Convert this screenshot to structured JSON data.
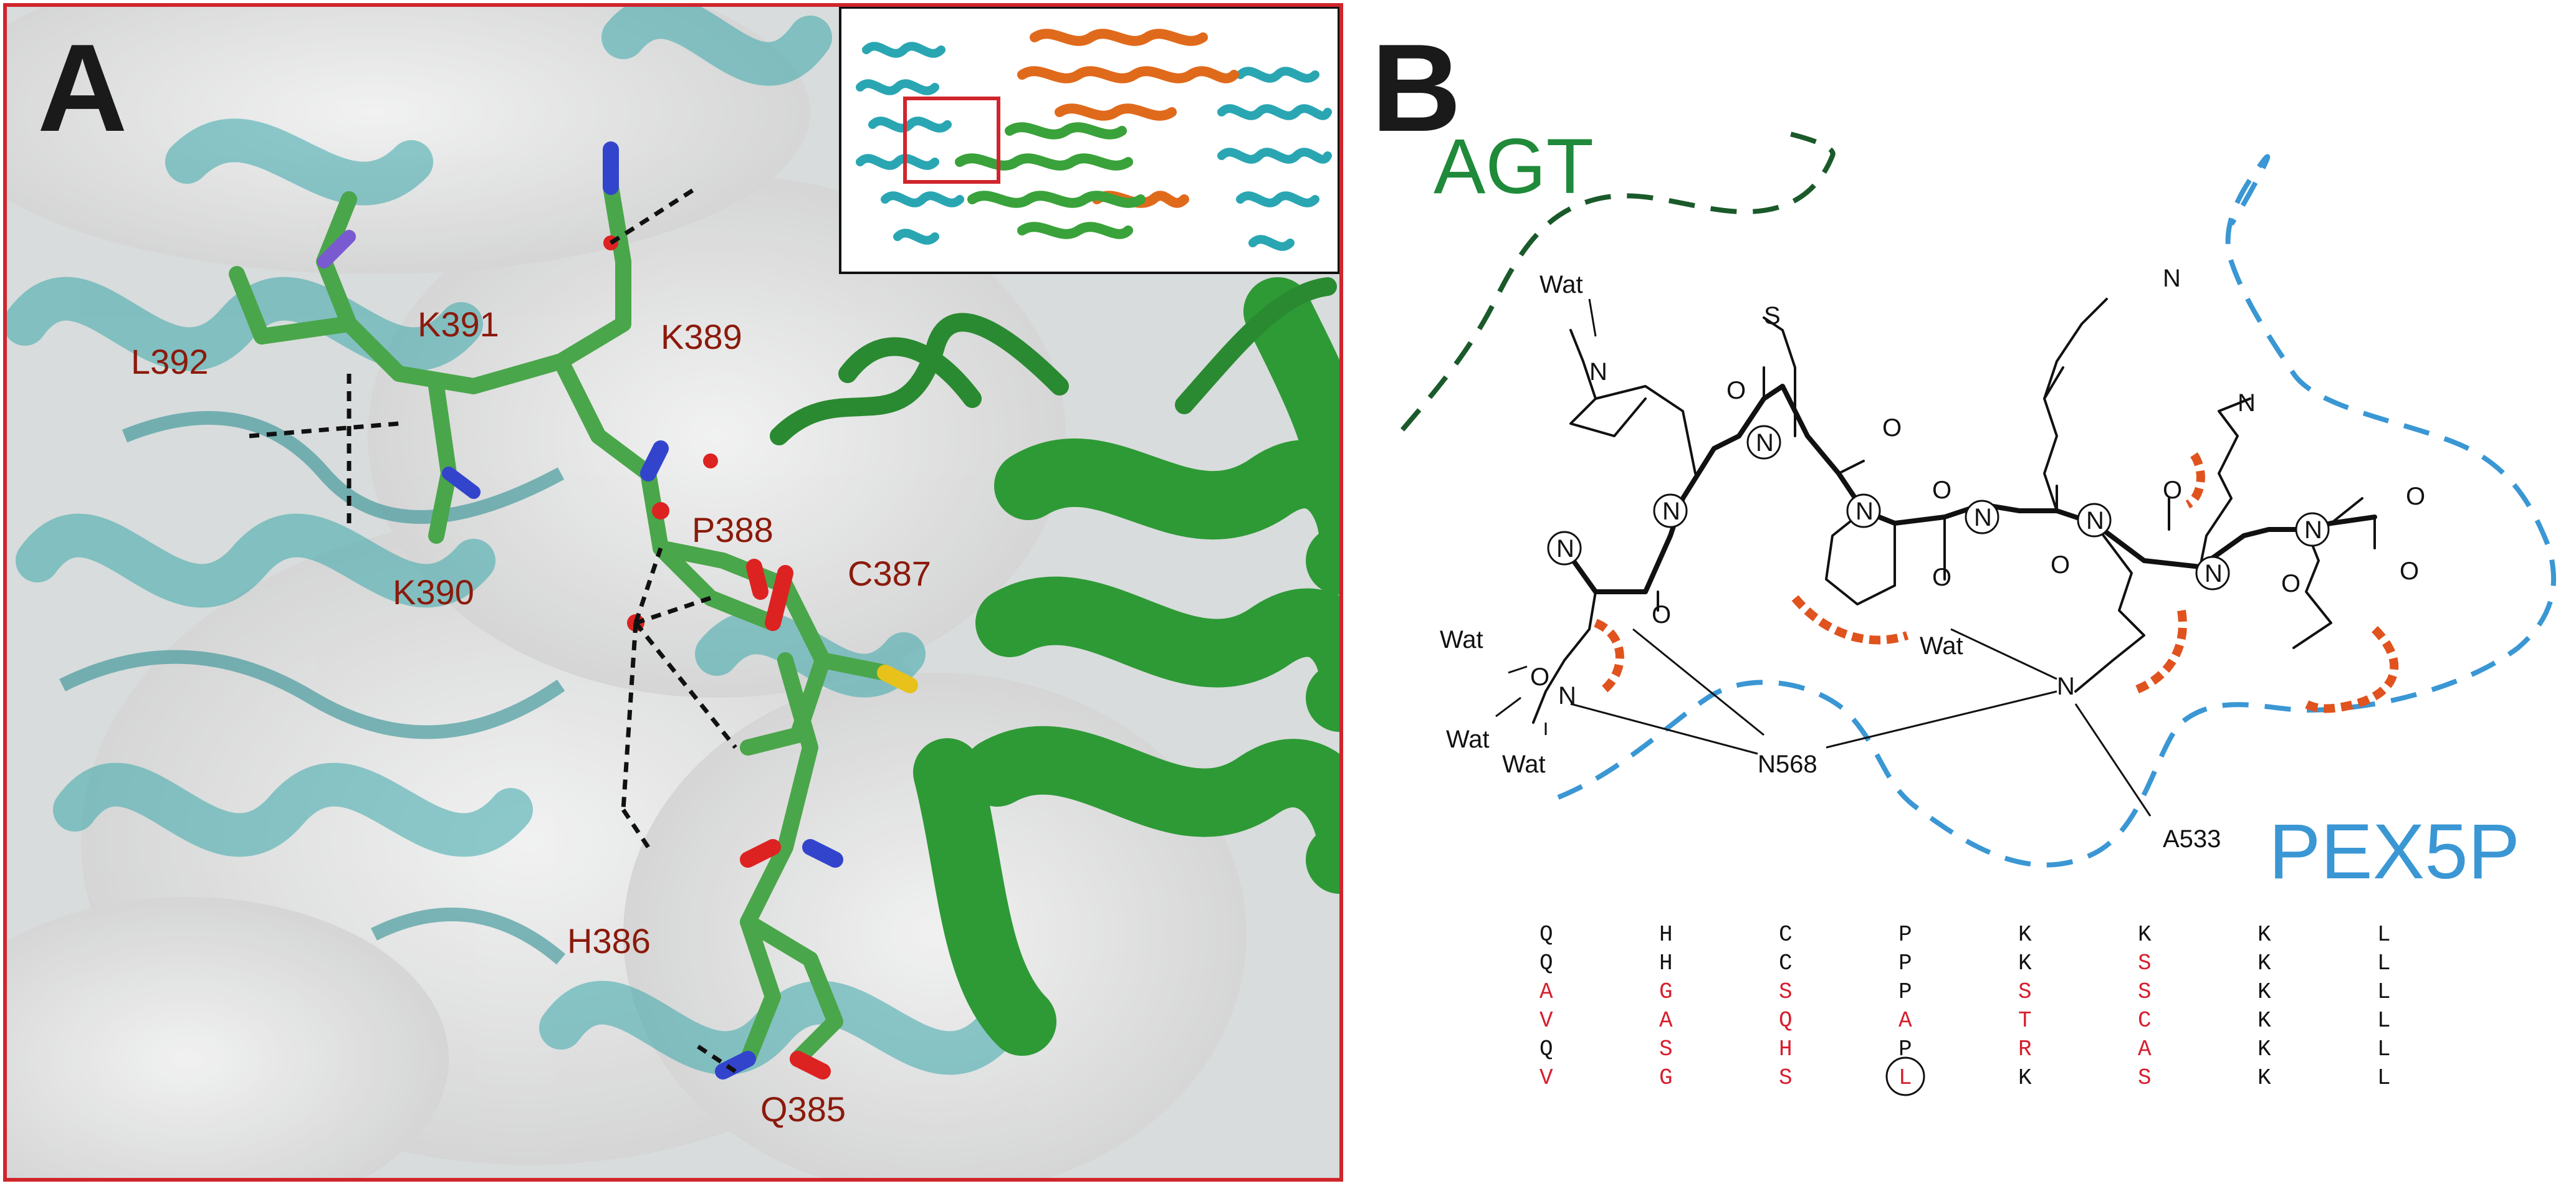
{
  "panel_a": {
    "letter": "A",
    "residues": {
      "l392": "L392",
      "k391": "K391",
      "k389": "K389",
      "p388": "P388",
      "c387": "C387",
      "k390": "K390",
      "h386": "H386",
      "q385": "Q385"
    },
    "colors": {
      "frame": "#d0252c",
      "label": "#8b1a0c",
      "green": "#2e9a36",
      "teal": "#3aa7aa",
      "orange": "#e06a1c"
    }
  },
  "panel_b": {
    "letter": "B",
    "agt_label": "AGT",
    "pex5p_label": "PEX5P",
    "atoms": {
      "wat": "Wat",
      "n": "N",
      "o": "O",
      "s": "S",
      "n568": "N568",
      "a533": "A533"
    },
    "colors": {
      "agt": "#1f8a3a",
      "agt_boundary": "#1a5a2a",
      "pex5p": "#3a97d4",
      "contact": "#e0531e",
      "mutation": "#d61e2c"
    },
    "sequence_rows": [
      [
        "Q",
        "H",
        "C",
        "P",
        "K",
        "K",
        "K",
        "L"
      ],
      [
        "Q",
        "H",
        "C",
        "P",
        "K",
        "S",
        "K",
        "L"
      ],
      [
        "A",
        "G",
        "S",
        "P",
        "S",
        "S",
        "K",
        "L"
      ],
      [
        "V",
        "A",
        "Q",
        "A",
        "T",
        "C",
        "K",
        "L"
      ],
      [
        "Q",
        "S",
        "H",
        "P",
        "R",
        "A",
        "K",
        "L"
      ],
      [
        "V",
        "G",
        "S",
        "L",
        "K",
        "S",
        "K",
        "L"
      ]
    ],
    "sequence_mutated": [
      [
        0,
        0,
        0,
        0,
        0,
        0,
        0,
        0
      ],
      [
        0,
        0,
        0,
        0,
        0,
        1,
        0,
        0
      ],
      [
        1,
        1,
        1,
        0,
        1,
        1,
        0,
        0
      ],
      [
        1,
        1,
        1,
        1,
        1,
        1,
        0,
        0
      ],
      [
        0,
        1,
        1,
        0,
        1,
        1,
        0,
        0
      ],
      [
        1,
        1,
        1,
        1,
        0,
        1,
        0,
        0
      ]
    ],
    "circled_residue": {
      "row": 5,
      "col": 3
    }
  }
}
